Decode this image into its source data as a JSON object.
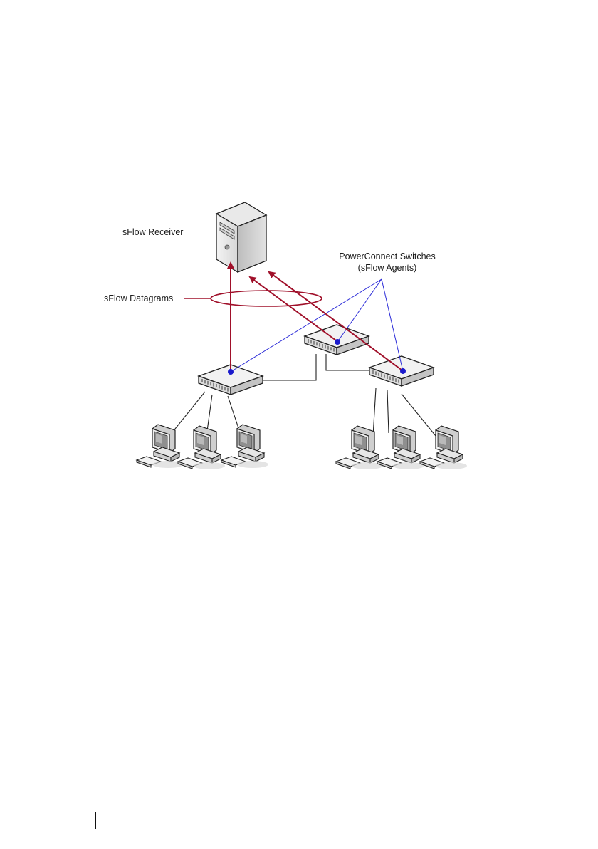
{
  "diagram": {
    "receiver_label": "sFlow Receiver",
    "datagrams_label": "sFlow Datagrams",
    "agents_label_line1": "PowerConnect Switches",
    "agents_label_line2": "(sFlow Agents)",
    "colors": {
      "datagram_arrow": "#a0102a",
      "agent_pointer": "#2c2cd8",
      "agent_dot": "#1a1acc",
      "cable": "#222222",
      "device_fill": "#eeeeee",
      "device_stroke": "#222222"
    },
    "icons": [
      "server-icon",
      "network-switch-icon",
      "desktop-computer-icon"
    ]
  }
}
